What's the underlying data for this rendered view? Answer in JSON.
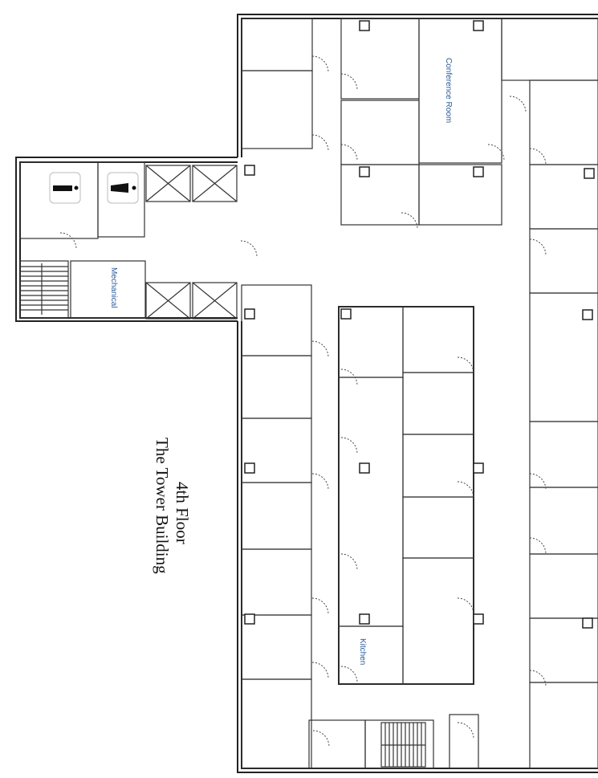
{
  "plan": {
    "title_line1": "4th Floor",
    "title_line2": "The Tower Building",
    "rooms": {
      "conference": "Conference Room",
      "mechanical": "Mechanical",
      "kitchen": "Kitchen"
    },
    "icons": [
      "mens-restroom-icon",
      "womens-restroom-icon",
      "elevator-icon",
      "stairs-icon"
    ],
    "label_color": "#2a5a9a"
  }
}
